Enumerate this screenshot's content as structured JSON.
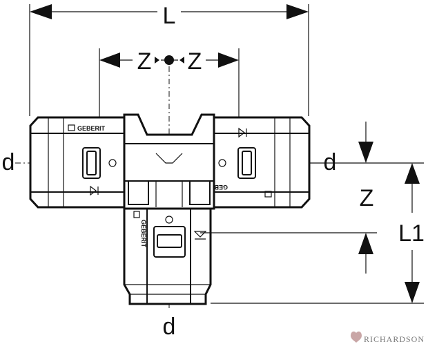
{
  "dimensions": {
    "overall_length": "L",
    "half_center": "Z",
    "diameter": "d",
    "branch_center": "Z",
    "branch_length": "L1"
  },
  "brand_marks": {
    "brand": "GEBERIT"
  },
  "watermark": {
    "text": "RICHARDSON"
  }
}
